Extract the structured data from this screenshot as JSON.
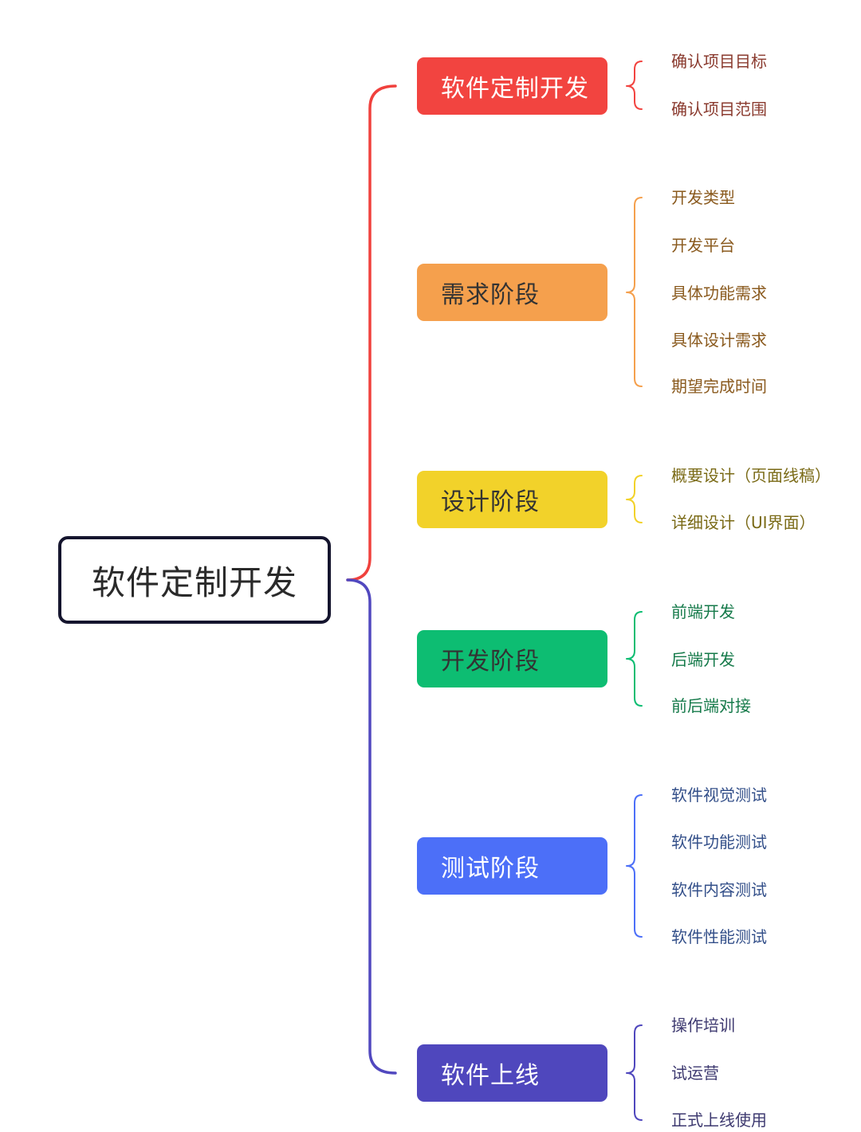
{
  "root": {
    "label": "软件定制开发"
  },
  "colors": {
    "root_border": "#15152e",
    "upper_connector": "#f0413d",
    "lower_connector": "#5148bf"
  },
  "branches": [
    {
      "label": "软件定制开发",
      "color": "#f24440",
      "text_color": "#ffffff",
      "leaf_color": "#8a3a2e",
      "leaves": [
        "确认项目目标",
        "确认项目范围"
      ]
    },
    {
      "label": "需求阶段",
      "color": "#f5a04d",
      "text_color": "#333333",
      "leaf_color": "#8a5a1e",
      "leaves": [
        "开发类型",
        "开发平台",
        "具体功能需求",
        "具体设计需求",
        "期望完成时间"
      ]
    },
    {
      "label": "设计阶段",
      "color": "#f2d22a",
      "text_color": "#333333",
      "leaf_color": "#7a6a16",
      "leaves": [
        "概要设计（页面线稿）",
        "详细设计（UI界面）"
      ]
    },
    {
      "label": "开发阶段",
      "color": "#0dbd72",
      "text_color": "#333333",
      "leaf_color": "#157a4a",
      "leaves": [
        "前端开发",
        "后端开发",
        "前后端对接"
      ]
    },
    {
      "label": "测试阶段",
      "color": "#4c6ff8",
      "text_color": "#ffffff",
      "leaf_color": "#34508a",
      "leaves": [
        "软件视觉测试",
        "软件功能测试",
        "软件内容测试",
        "软件性能测试"
      ]
    },
    {
      "label": "软件上线",
      "color": "#4f47bd",
      "text_color": "#ffffff",
      "leaf_color": "#3e3a70",
      "leaves": [
        "操作培训",
        "试运营",
        "正式上线使用"
      ]
    }
  ]
}
